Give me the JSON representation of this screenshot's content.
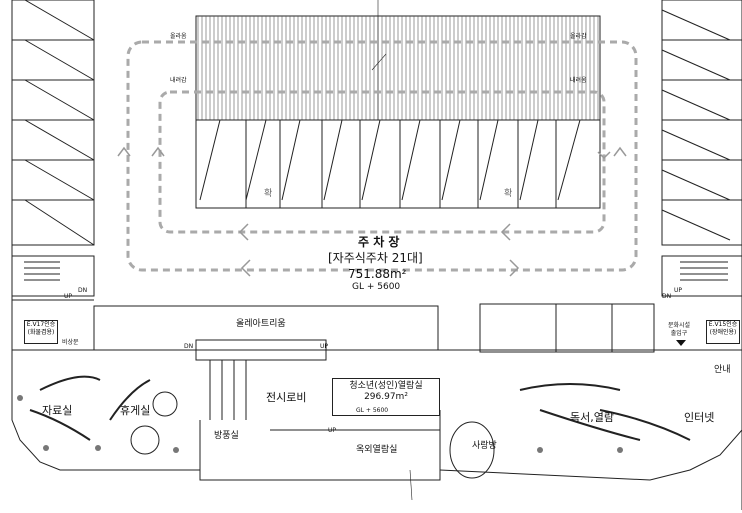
{
  "parking": {
    "title": "주 차 장",
    "capacity": "[자주식주차 21대]",
    "area": "751.88m²",
    "level": "GL + 5600",
    "ramp_up_left": "올라옴",
    "ramp_up_right": "올라감",
    "ramp_down_left": "내려감",
    "ramp_down_right": "내려옴",
    "ramp_marks": [
      "확",
      "확"
    ]
  },
  "atrium": {
    "label": "올레아트리움"
  },
  "youth_room": {
    "title": "청소년(성인)열람실",
    "area": "296.97m²",
    "level": "GL + 5600"
  },
  "rooms": {
    "archive": "자료실",
    "lounge": "휴게실",
    "exhibition_lobby": "전시로비",
    "broadcast": "방풍실",
    "outdoor_reading": "옥외열람실",
    "ideas_room": "사랑방",
    "reading": "독서,열람",
    "internet": "인터넷",
    "info": "안내",
    "emergency": "비상문"
  },
  "elevators": {
    "ev17": "E.V17인승\n(화물겸용)",
    "ev15": "E.V15인승\n(장애인용)",
    "culture_entrance": "문화시설\n출입구"
  },
  "stairs": {
    "up": "UP",
    "dn": "DN"
  }
}
